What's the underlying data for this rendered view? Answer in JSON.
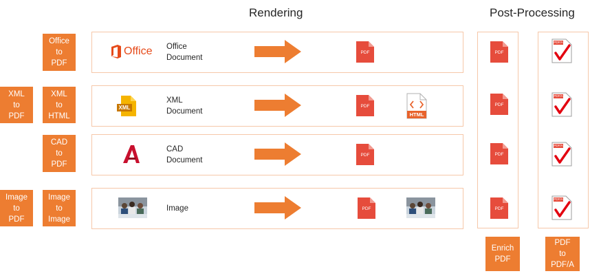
{
  "headers": {
    "rendering": "Rendering",
    "post_processing": "Post-Processing"
  },
  "tags": {
    "office_to_pdf": [
      "Office",
      "to",
      "PDF"
    ],
    "xml_to_pdf": [
      "XML",
      "to",
      "PDF"
    ],
    "xml_to_html": [
      "XML",
      "to",
      "HTML"
    ],
    "cad_to_pdf": [
      "CAD",
      "to",
      "PDF"
    ],
    "image_to_pdf": [
      "Image",
      "to",
      "PDF"
    ],
    "image_to_image": [
      "Image",
      "to",
      "Image"
    ],
    "enrich_pdf": [
      "Enrich",
      "PDF"
    ],
    "pdf_to_pdfa": [
      "PDF",
      "to",
      "PDF/A"
    ]
  },
  "rows": {
    "office": [
      "Office",
      "Document"
    ],
    "xml": [
      "XML",
      "Document"
    ],
    "cad": [
      "CAD",
      "Document"
    ],
    "image": [
      "Image"
    ]
  },
  "icons": {
    "office_logo_text": "Office",
    "xml_badge": "XML",
    "pdf_label": "PDF",
    "html_label": "HTML",
    "pdfa_label": "PDF/A"
  },
  "colors": {
    "accent": "#ed7d31",
    "pdf_red": "#e64c3c",
    "border": "#f6c7a8",
    "autocad_red": "#c8102e"
  }
}
